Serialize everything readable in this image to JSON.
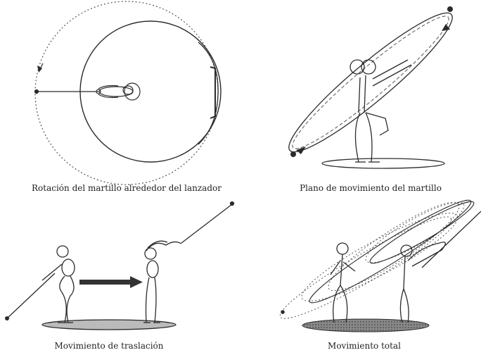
{
  "captions": {
    "top_left": "Rotación del martillo alrededor del lanzador",
    "top_right": "Plano de movimiento del martillo",
    "bottom_left": "Movimiento de traslación",
    "bottom_right": "Movimiento total"
  },
  "colors": {
    "ink": "#2b2b2b",
    "dotted": "#555555",
    "ground": "#666666"
  }
}
